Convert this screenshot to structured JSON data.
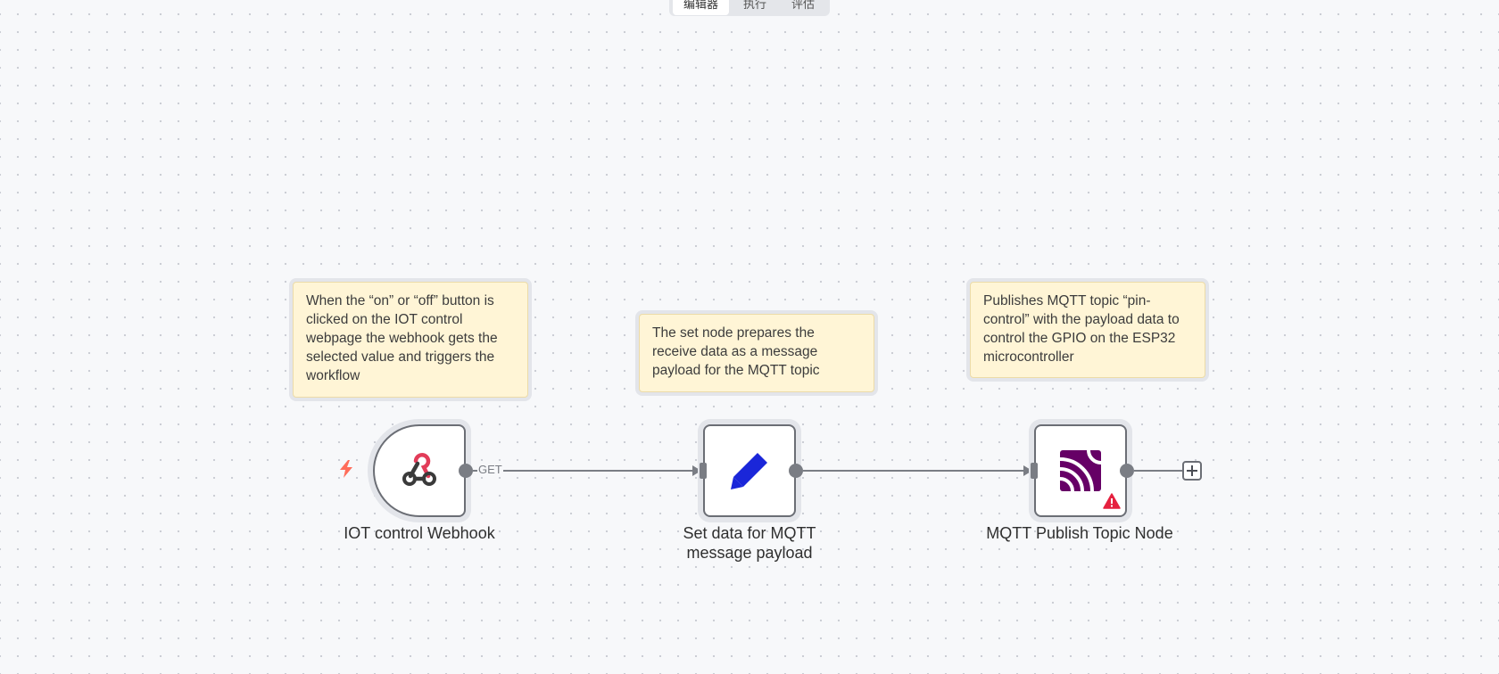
{
  "tabs": [
    {
      "label": "编辑器",
      "active": true
    },
    {
      "label": "执行",
      "active": false
    },
    {
      "label": "评估",
      "active": false
    }
  ],
  "notes": [
    {
      "text": "When the “on” or “off” button is clicked on the IOT control webpage the webhook gets the selected value and triggers the workflow"
    },
    {
      "text": "The set node prepares the receive data as a message payload for the MQTT topic"
    },
    {
      "text": "Publishes MQTT topic “pin-control” with the payload data to control the GPIO on the ESP32 microcontroller"
    }
  ],
  "nodes": [
    {
      "label": "IOT control Webhook",
      "icon": "webhook-icon",
      "type": "trigger"
    },
    {
      "label": "Set data for MQTT message payload",
      "icon": "pencil-icon",
      "type": "action"
    },
    {
      "label": "MQTT Publish Topic Node",
      "icon": "mqtt-icon",
      "type": "action",
      "status": "warning"
    }
  ],
  "edge_label": "GET",
  "colors": {
    "canvas": "#f7f8fa",
    "note_bg": "#fff5d6",
    "webhook_red": "#e23c59",
    "pencil_blue": "#1a26d9",
    "mqtt_purple": "#660066",
    "warning_red": "#e5213f",
    "trigger_orange": "#ff6d5a"
  }
}
